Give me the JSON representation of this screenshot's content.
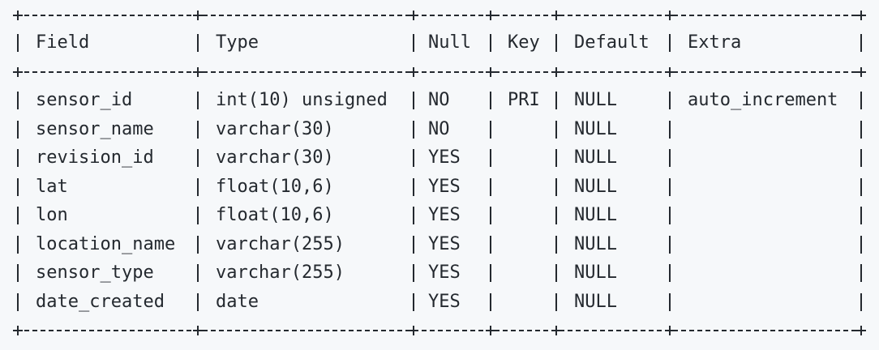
{
  "table": {
    "headers": [
      "Field",
      "Type",
      "Null",
      "Key",
      "Default",
      "Extra"
    ],
    "rows": [
      [
        "sensor_id",
        "int(10) unsigned",
        "NO",
        "PRI",
        "NULL",
        "auto_increment"
      ],
      [
        "sensor_name",
        "varchar(30)",
        "NO",
        "",
        "NULL",
        ""
      ],
      [
        "revision_id",
        "varchar(30)",
        "YES",
        "",
        "NULL",
        ""
      ],
      [
        "lat",
        "float(10,6)",
        "YES",
        "",
        "NULL",
        ""
      ],
      [
        "lon",
        "float(10,6)",
        "YES",
        "",
        "NULL",
        ""
      ],
      [
        "location_name",
        "varchar(255)",
        "YES",
        "",
        "NULL",
        ""
      ],
      [
        "sensor_type",
        "varchar(255)",
        "YES",
        "",
        "NULL",
        ""
      ],
      [
        "date_created",
        "date",
        "YES",
        "",
        "NULL",
        ""
      ]
    ]
  },
  "colors": {
    "background": "#f6f8fa",
    "text": "#24292f"
  }
}
